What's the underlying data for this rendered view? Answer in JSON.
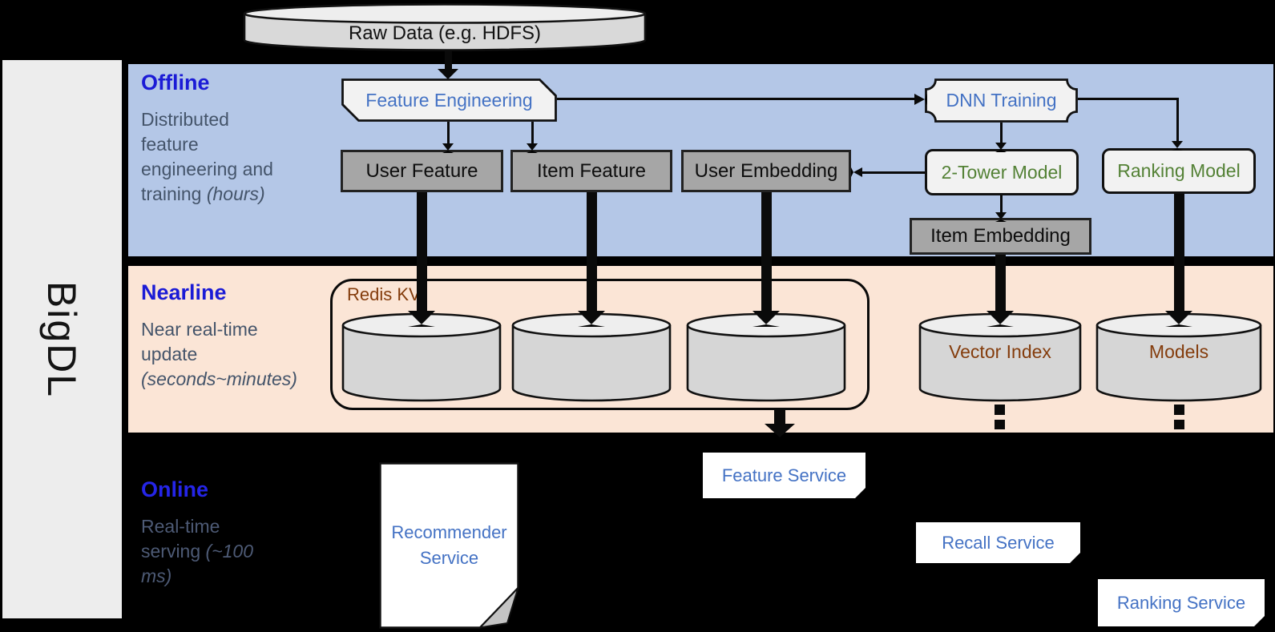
{
  "sidebar": {
    "brand": "BigDL"
  },
  "datastore": {
    "raw_data": "Raw Data (e.g. HDFS)"
  },
  "bands": {
    "offline": {
      "title": "Offline",
      "subtitle": "Distributed feature engineering and training ",
      "subtitle_italic": "(hours)"
    },
    "nearline": {
      "title": "Nearline",
      "subtitle": "Near real-time update ",
      "subtitle_italic": "(seconds~minutes)"
    },
    "online": {
      "title": "Online",
      "subtitle": "Real-time serving ",
      "subtitle_italic": "(~100 ms)"
    }
  },
  "offline": {
    "feature_engineering": "Feature Engineering",
    "dnn_training": "DNN Training",
    "user_feature": "User Feature",
    "item_feature": "Item Feature",
    "user_embedding": "User Embedding",
    "two_tower_model": "2-Tower Model",
    "ranking_model": "Ranking Model",
    "item_embedding": "Item Embedding"
  },
  "nearline": {
    "redis_kv": "Redis KV",
    "vector_index": "Vector Index",
    "models": "Models"
  },
  "online": {
    "recommender_service": "Recommender Service",
    "feature_service": "Feature Service",
    "recall_service": "Recall Service",
    "ranking_service": "Ranking Service"
  },
  "colors": {
    "offline_band": "#b4c7e7",
    "nearline_band": "#fbe5d6",
    "band_title_blue": "#1b1bd6",
    "subtitle_gray": "#44546a",
    "node_gray": "#a6a6a6",
    "shape_white": "#f2f2f2",
    "text_blue": "#4472c4",
    "text_green": "#538135",
    "text_brown": "#843c0c",
    "brand_bar_gray": "#ededed",
    "background": "#000000"
  }
}
